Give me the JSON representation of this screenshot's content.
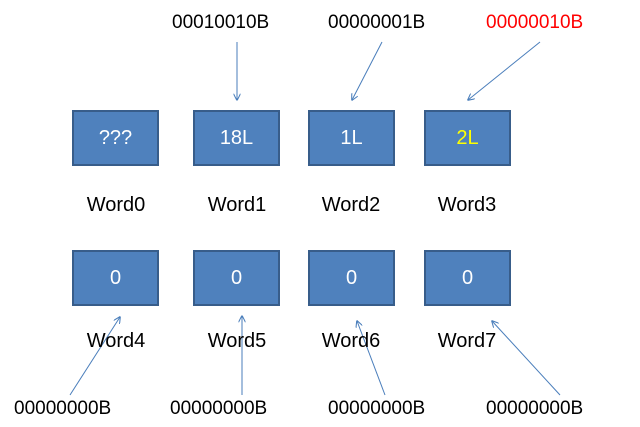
{
  "colors": {
    "box_fill": "#4f81bd",
    "box_border": "#385d8a",
    "box_text": "#ffffff",
    "highlight_value": "#ffff00",
    "highlight_binary": "#ff0000",
    "arrow": "#4a7ebb"
  },
  "top_row": {
    "words": [
      {
        "value": "???",
        "label": "Word0",
        "binary": ""
      },
      {
        "value": "18L",
        "label": "Word1",
        "binary": "00010010B"
      },
      {
        "value": "1L",
        "label": "Word2",
        "binary": "00000001B"
      },
      {
        "value": "2L",
        "label": "Word3",
        "binary": "00000010B",
        "highlight": true
      }
    ]
  },
  "bottom_row": {
    "words": [
      {
        "value": "0",
        "label": "Word4",
        "binary": "00000000B"
      },
      {
        "value": "0",
        "label": "Word5",
        "binary": "00000000B"
      },
      {
        "value": "0",
        "label": "Word6",
        "binary": "00000000B"
      },
      {
        "value": "0",
        "label": "Word7",
        "binary": "00000000B"
      }
    ]
  }
}
